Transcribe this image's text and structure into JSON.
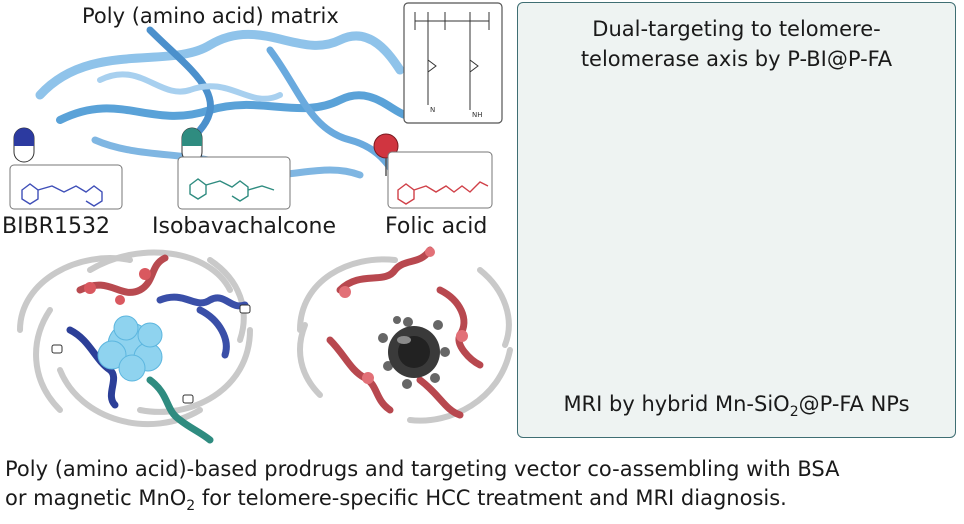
{
  "matrix_title": "Poly (amino acid) matrix",
  "drugs": [
    {
      "label": "BIBR1532",
      "color": "#3f4fb8"
    },
    {
      "label": "Isobavachalcone",
      "color": "#2f8c80"
    },
    {
      "label": "Folic acid",
      "color": "#d04048"
    }
  ],
  "panel": {
    "title_line1": "Dual-targeting to telomere-",
    "title_line2": "telomerase axis by P-BI@P-FA",
    "caption_prefix": "MRI by hybrid Mn-SiO",
    "caption_sub": "2",
    "caption_suffix": "@P-FA NPs"
  },
  "caption": {
    "line1": "Poly (amino acid)-based prodrugs and targeting vector co-assembling with BSA",
    "line2_prefix": "or magnetic MnO",
    "line2_sub": "2",
    "line2_suffix": " for telomere-specific HCC treatment and MRI diagnosis."
  },
  "colors": {
    "matrix": "#5aa2d8",
    "vessel": "#7a1e24",
    "tumor": "#f0a6a8",
    "panel_border": "#3f6e73"
  }
}
